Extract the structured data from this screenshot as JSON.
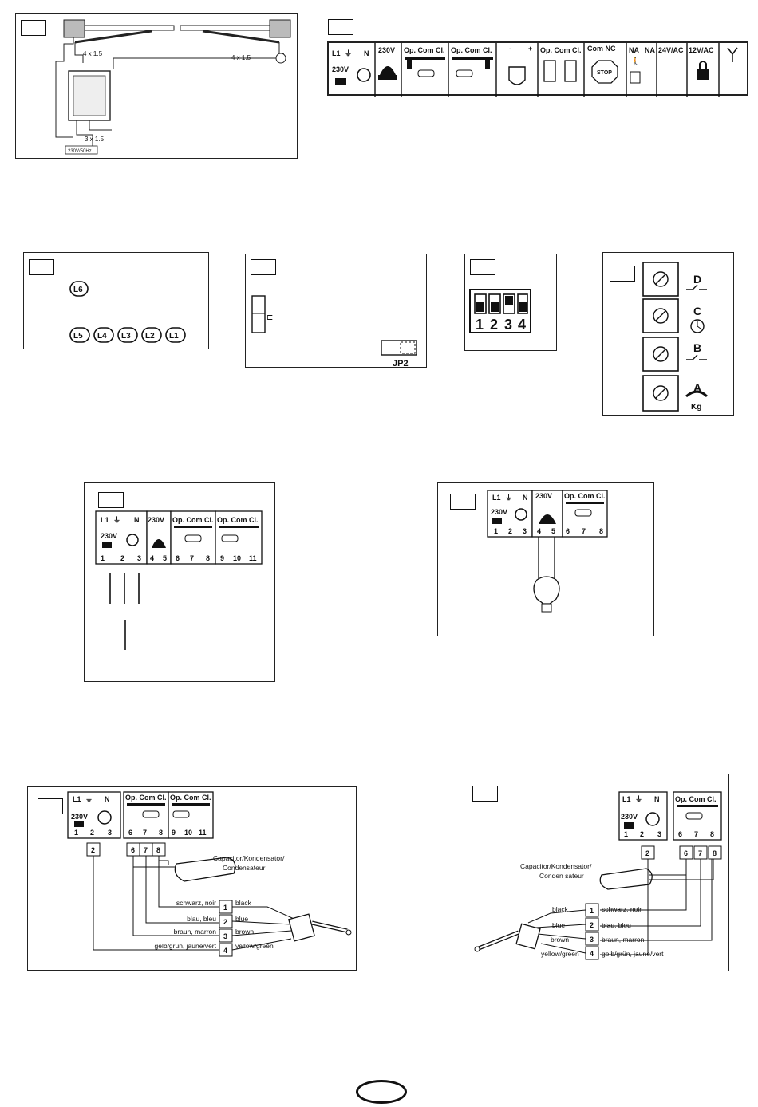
{
  "fig1": {
    "cable_top_left": "4 x 1.5",
    "cable_top_right": "4 x 1.5",
    "cable_bottom": "3 x 1.5",
    "supply": "230V/50Hz"
  },
  "terminal_strip": {
    "l1": "L1",
    "n": "N",
    "v230": "230V",
    "opcomcl": "Op. Com Cl.",
    "minus": "-",
    "plus": "+",
    "comnc": "Com NC",
    "na": "NA",
    "v24ac": "24V/AC",
    "v12ac": "12V/AC"
  },
  "leds": [
    "L6",
    "L5",
    "L4",
    "L3",
    "L2",
    "L1"
  ],
  "jumper": "JP2",
  "dip": [
    "1",
    "2",
    "3",
    "4"
  ],
  "trimmers": [
    "D",
    "C",
    "B",
    "A"
  ],
  "trimmer_kg": "Kg",
  "terminal_numbers": [
    "1",
    "2",
    "3",
    "4",
    "5",
    "6",
    "7",
    "8",
    "9",
    "10",
    "11"
  ],
  "motor": {
    "capacitor": "Capacitor/Kondensator/",
    "capacitor2": "Condensateur",
    "capacitor2_alt": "Conden sateur",
    "wires_left": [
      "schwarz, noir",
      "blau, bleu",
      "braun, marron",
      "gelb/grün, jaune/vert"
    ],
    "wires_en": [
      "black",
      "blue",
      "brown",
      "yellow/green"
    ],
    "wires_right": [
      "schwarz, noir",
      "blau, bleu",
      "braun, marron",
      "gelb/grün, jaune/vert"
    ],
    "wire_nums": [
      "1",
      "2",
      "3",
      "4"
    ]
  }
}
